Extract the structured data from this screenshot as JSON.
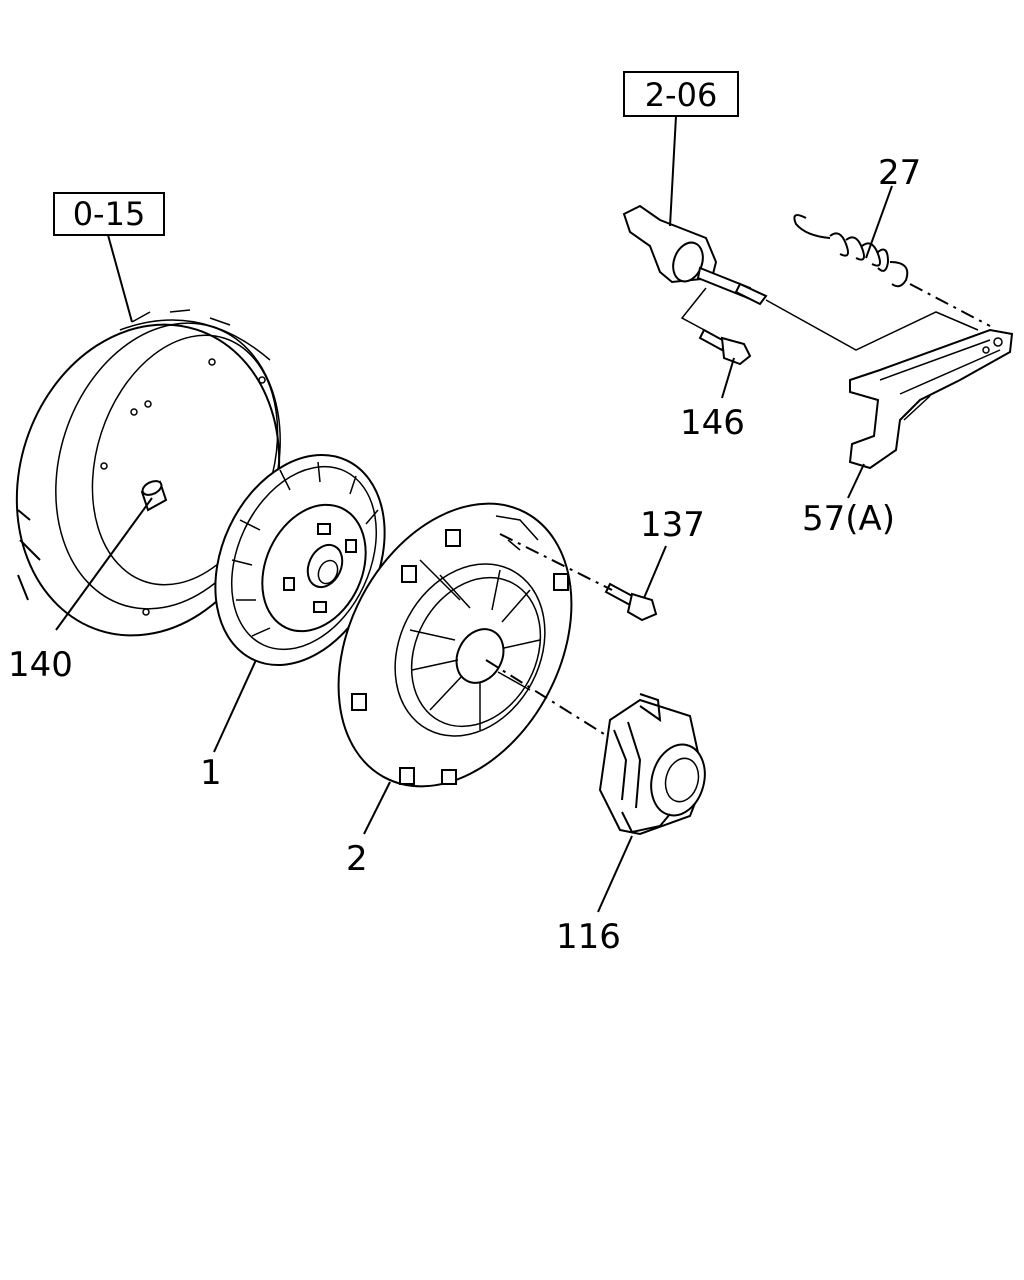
{
  "colors": {
    "ink": "#000000",
    "background": "#ffffff"
  },
  "references": [
    {
      "id": "ref-0-15",
      "text": "0-15"
    },
    {
      "id": "ref-2-06",
      "text": "2-06"
    }
  ],
  "callouts": [
    {
      "id": "140",
      "text": "140"
    },
    {
      "id": "1",
      "text": "1"
    },
    {
      "id": "2",
      "text": "2"
    },
    {
      "id": "116",
      "text": "116"
    },
    {
      "id": "137",
      "text": "137"
    },
    {
      "id": "146",
      "text": "146"
    },
    {
      "id": "27",
      "text": "27"
    },
    {
      "id": "57a",
      "text": "57(A)"
    }
  ]
}
